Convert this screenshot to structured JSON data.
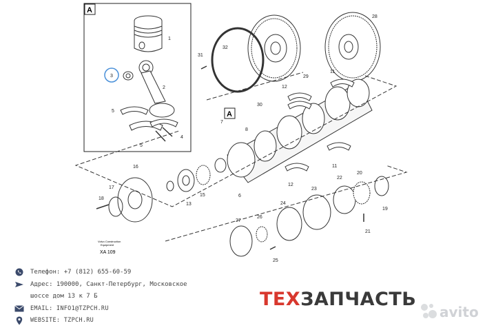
{
  "diagram": {
    "box_label": "A",
    "caption_small_1": "Volvo Construction",
    "caption_small_2": "Equipment",
    "caption_code": "XA 109",
    "callouts": {
      "c1": "1",
      "c2": "2",
      "c3": "3",
      "c4": "4",
      "c5a": "5",
      "c5b": "5",
      "c6": "6",
      "c7": "7",
      "c8": "8",
      "c11a": "11",
      "c11b": "11",
      "c12a": "12",
      "c12b": "12",
      "c13": "13",
      "c15": "15",
      "c16": "16",
      "c17": "17",
      "c18": "18",
      "c19": "19",
      "c20": "20",
      "c21": "21",
      "c22": "22",
      "c23": "23",
      "c24": "24",
      "c25": "25",
      "c26": "26",
      "c27": "27",
      "c28": "28",
      "c29": "29",
      "c30": "30",
      "c31": "31",
      "c32": "32"
    }
  },
  "contacts": {
    "phone": "Телефон: +7 (812) 655-60-59",
    "address_line1": "Адрес: 190000, Санкт-Петербург, Московское",
    "address_line2": "шоссе дом 13 к 7 Б",
    "email": "EMAIL: INFO1@TZPCH.RU",
    "website": "WEBSITE: TZPCH.RU"
  },
  "brand": {
    "part1": "ТЕХ",
    "part2": "ЗАПЧАСТЬ"
  },
  "watermark": "avito",
  "colors": {
    "brand_red": "#d8382e",
    "brand_dark": "#3a3a3a",
    "highlight_blue": "#4a90d9"
  },
  "icons": [
    "phone-icon",
    "mail-icon",
    "email-icon",
    "email-icon",
    "location-pin-icon"
  ]
}
